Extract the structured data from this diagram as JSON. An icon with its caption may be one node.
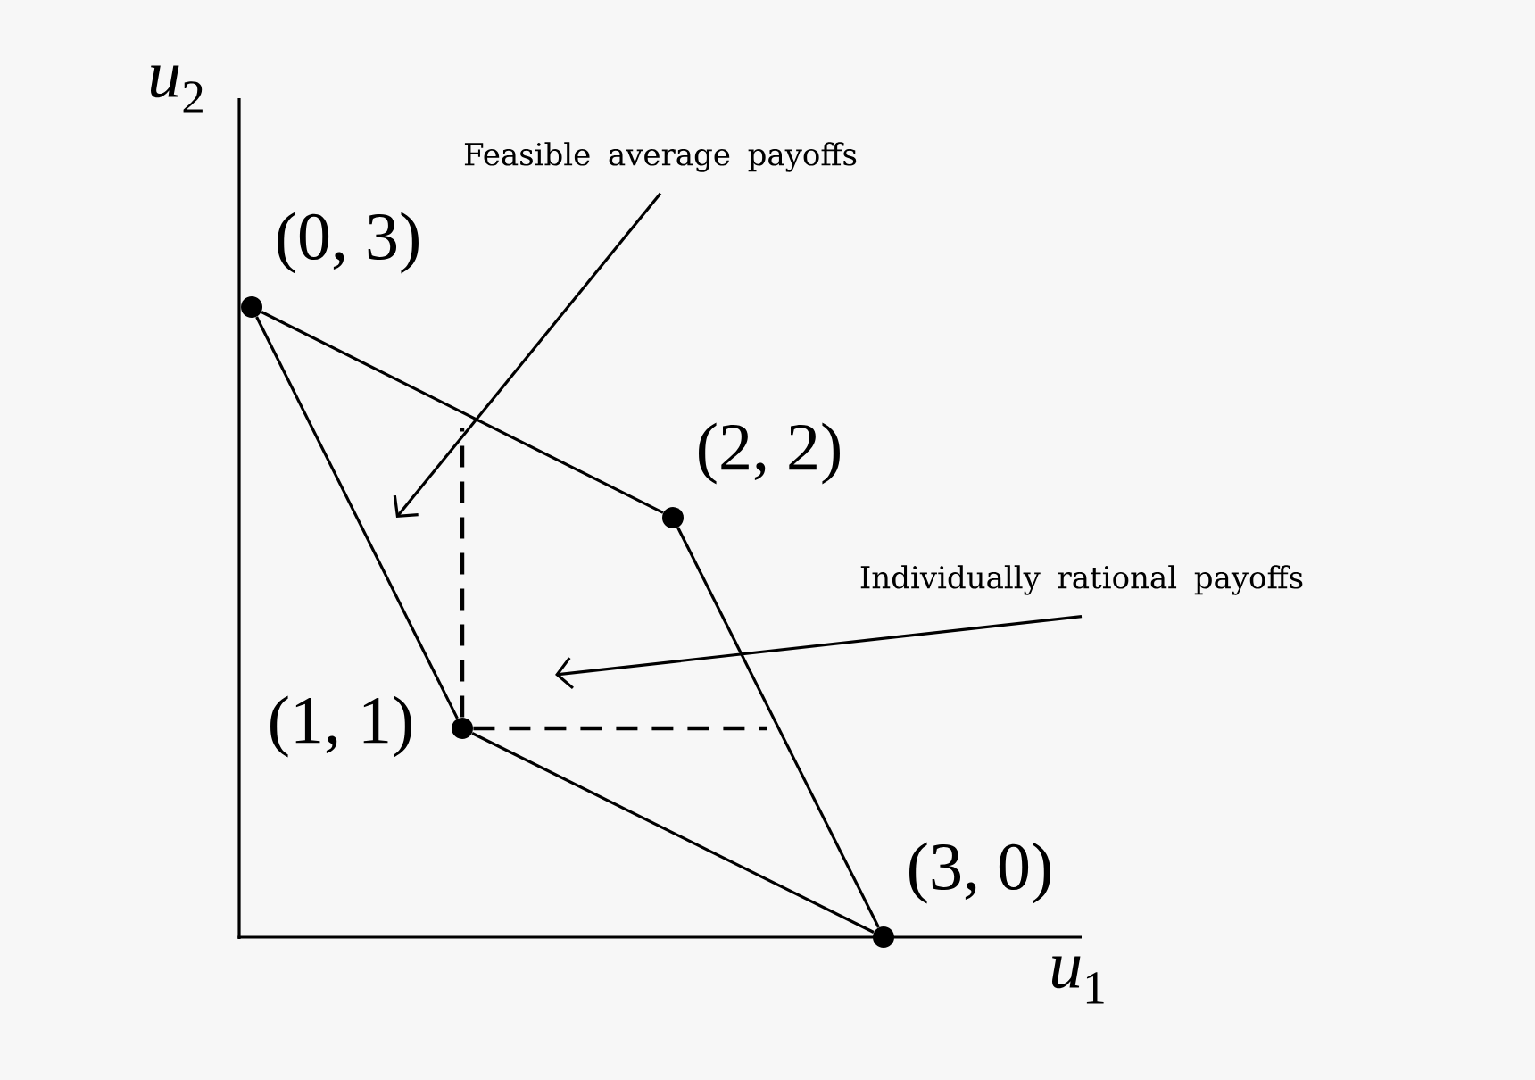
{
  "diagram": {
    "nodes": [
      {
        "text": [
          "Feasible average payoffs"
        ]
      },
      {
        "text": [],
        "shape": "circle",
        "beside": [
          "(0, 3)"
        ]
      },
      {
        "text": [],
        "shape": "circle",
        "beside": [
          "(2, 2)"
        ]
      },
      {
        "text": [
          "Individually rational payoffs"
        ]
      },
      {
        "text": [],
        "shape": "circle",
        "beside": [
          "(1, 1)"
        ]
      },
      {
        "text": [],
        "shape": "circle",
        "beside": [
          "(3, 0)"
        ]
      }
    ],
    "edges": [
      {
        "from": 0,
        "to": null,
        "arrow": "to"
      },
      {
        "from": 1,
        "to": 2,
        "arrow": "none"
      },
      {
        "from": 1,
        "to": 4,
        "arrow": "none"
      },
      {
        "from": 2,
        "to": 5,
        "arrow": "none"
      },
      {
        "from": 3,
        "to": null,
        "arrow": "to"
      },
      {
        "from": 4,
        "to": 5,
        "arrow": "none"
      },
      {
        "from": 4,
        "to": null,
        "arrow": "none",
        "style": "dashed"
      },
      {
        "from": 4,
        "to": null,
        "arrow": "none",
        "style": "dashed"
      }
    ],
    "labels": [
      "*u*$_{2}$",
      "*u*$_{1}$"
    ]
  }
}
